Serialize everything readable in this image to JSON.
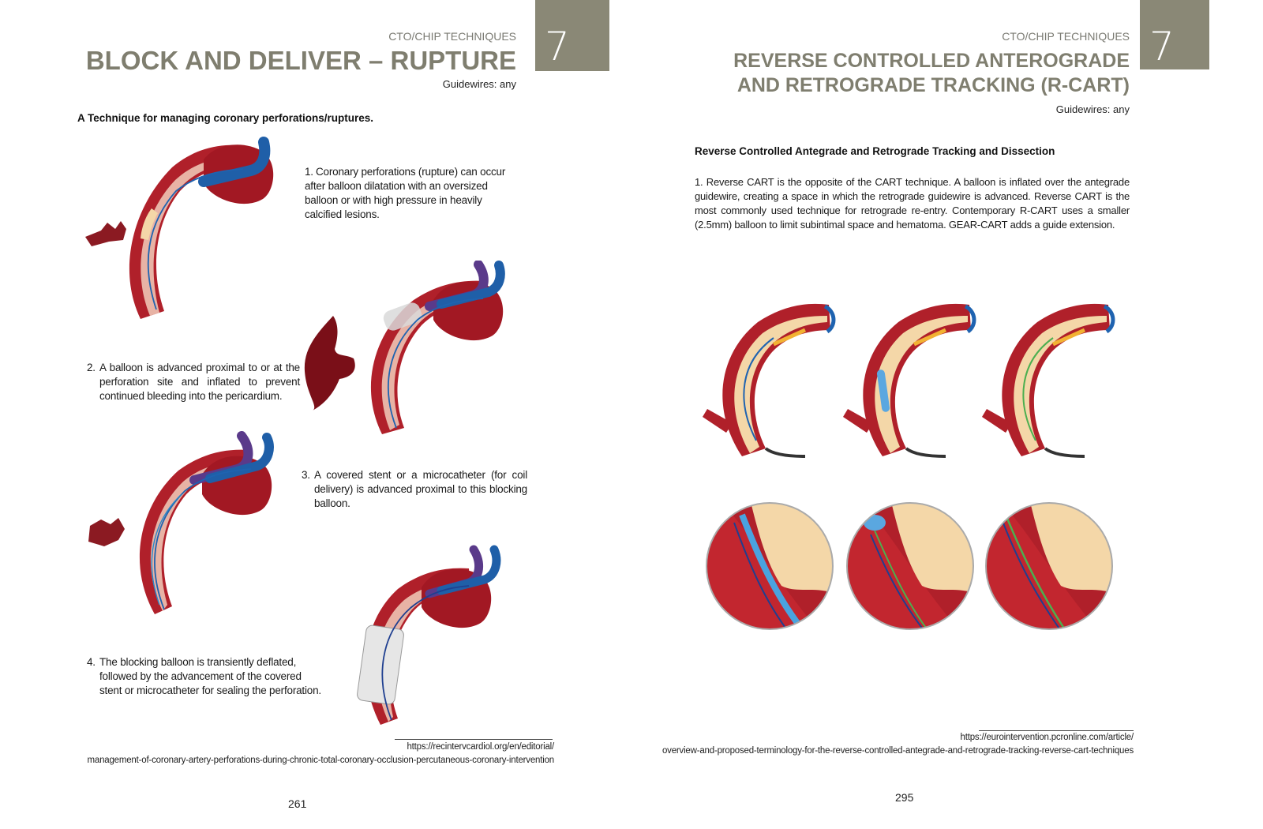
{
  "left": {
    "section": "CTO/CHIP TECHNIQUES",
    "chapter": "7",
    "title": "BLOCK AND DELIVER – RUPTURE",
    "guidewires": "Guidewires: any",
    "subhead": "A Technique for managing coronary perforations/ruptures.",
    "steps": [
      {
        "num": "1.",
        "text": "Coronary perforations (rupture) can occur after balloon dilatation with an oversized balloon or with high pressure in heavily calcified lesions."
      },
      {
        "num": "2.",
        "text": "A balloon is advanced proximal to or at the perforation site and inflated to prevent continued bleeding into the pericardium."
      },
      {
        "num": "3.",
        "text": "A covered stent or a microcatheter (for coil delivery) is advanced proximal to this blocking balloon."
      },
      {
        "num": "4.",
        "text": "The blocking balloon is transiently deflated, followed by the advancement of the covered stent or microcatheter for sealing the perforation."
      }
    ],
    "reference_line1": "https://recintervcardiol.org/en/editorial/",
    "reference_line2": "management-of-coronary-artery-perforations-during-chronic-total-coronary-occlusion-percutaneous-coronary-intervention",
    "page_number": "261"
  },
  "right": {
    "section": "CTO/CHIP TECHNIQUES",
    "chapter": "7",
    "title_line1": "REVERSE CONTROLLED ANTEROGRADE",
    "title_line2": "AND RETROGRADE TRACKING (R-CART)",
    "guidewires": "Guidewires: any",
    "subhead": "Reverse Controlled Antegrade and Retrograde Tracking and Dissection",
    "paragraph": "1. Reverse CART is the opposite of the CART technique. A balloon is inflated over the antegrade guidewire, creating a space in which the retrograde guidewire is advanced. Reverse CART is the most commonly used technique for retrograde re-entry. Contemporary R-CART uses a smaller (2.5mm) balloon to limit subintimal space and hematoma. GEAR-CART adds a guide extension.",
    "reference_line1": "https://eurointervention.pcronline.com/article/",
    "reference_line2": "overview-and-proposed-terminology-for-the-reverse-controlled-antegrade-and-retrograde-tracking-reverse-cart-techniques",
    "page_number": "295"
  },
  "colors": {
    "chapter_tab": "#8a8876",
    "title": "#7f7e6f",
    "vessel_red": "#b0202a",
    "vessel_dark": "#7a0f18",
    "plaque": "#f4d7a8",
    "wire_blue": "#1f63b0",
    "catheter_purple": "#5a3a8a"
  }
}
